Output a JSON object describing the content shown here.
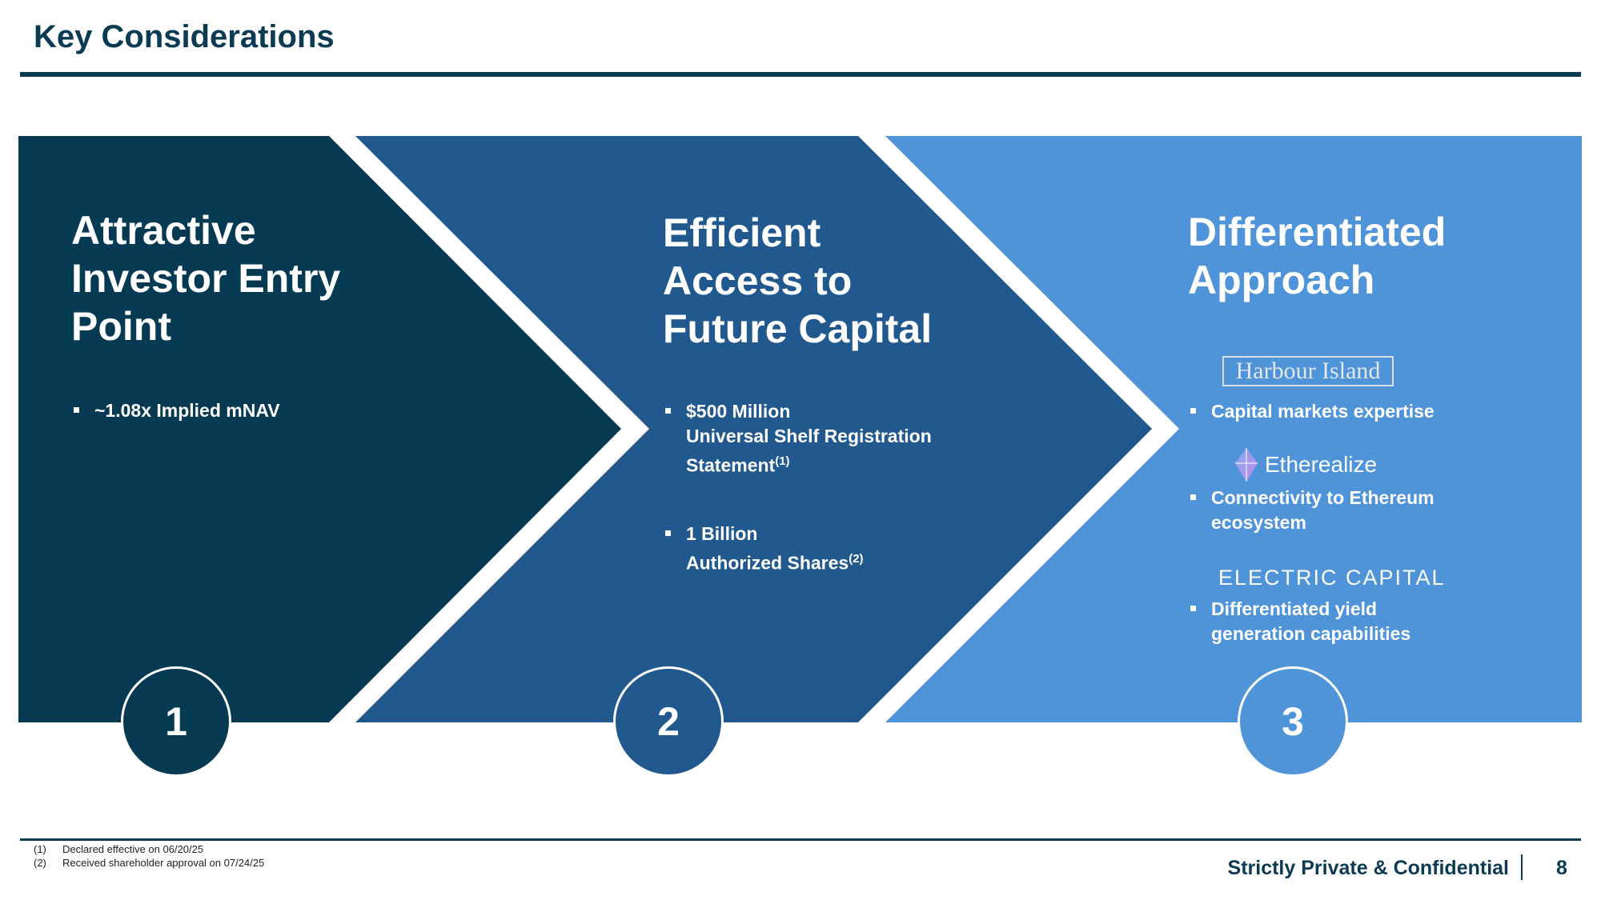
{
  "header": {
    "title": "Key Considerations"
  },
  "colors": {
    "panel1": "#063A52",
    "panel2": "#21598F",
    "panel3": "#4F94D8",
    "title": "#0B3A53"
  },
  "panels": [
    {
      "number": "1",
      "heading": [
        "Attractive",
        "Investor Entry",
        "Point"
      ],
      "bullets": [
        {
          "lines": [
            "~1.08x Implied mNAV"
          ]
        }
      ]
    },
    {
      "number": "2",
      "heading": [
        "Efficient",
        "Access to",
        "Future Capital"
      ],
      "bullets": [
        {
          "lines": [
            "$500 Million",
            "Universal Shelf Registration",
            "Statement"
          ],
          "note": "(1)"
        },
        {
          "lines": [
            "1 Billion",
            "Authorized Shares"
          ],
          "note": "(2)"
        }
      ]
    },
    {
      "number": "3",
      "heading": [
        "Differentiated",
        "Approach"
      ],
      "logos": [
        "Harbour Island",
        "Etherealize",
        "ELECTRIC CAPITAL"
      ],
      "bullets": [
        {
          "lines": [
            "Capital markets expertise"
          ]
        },
        {
          "lines": [
            "Connectivity to Ethereum",
            "ecosystem"
          ]
        },
        {
          "lines": [
            "Differentiated yield",
            "generation capabilities"
          ]
        }
      ]
    }
  ],
  "footnotes": [
    {
      "marker": "(1)",
      "text": "Declared effective on 06/20/25"
    },
    {
      "marker": "(2)",
      "text": "Received shareholder approval on 07/24/25"
    }
  ],
  "footer": {
    "confidential": "Strictly Private & Confidential",
    "page": "8"
  }
}
